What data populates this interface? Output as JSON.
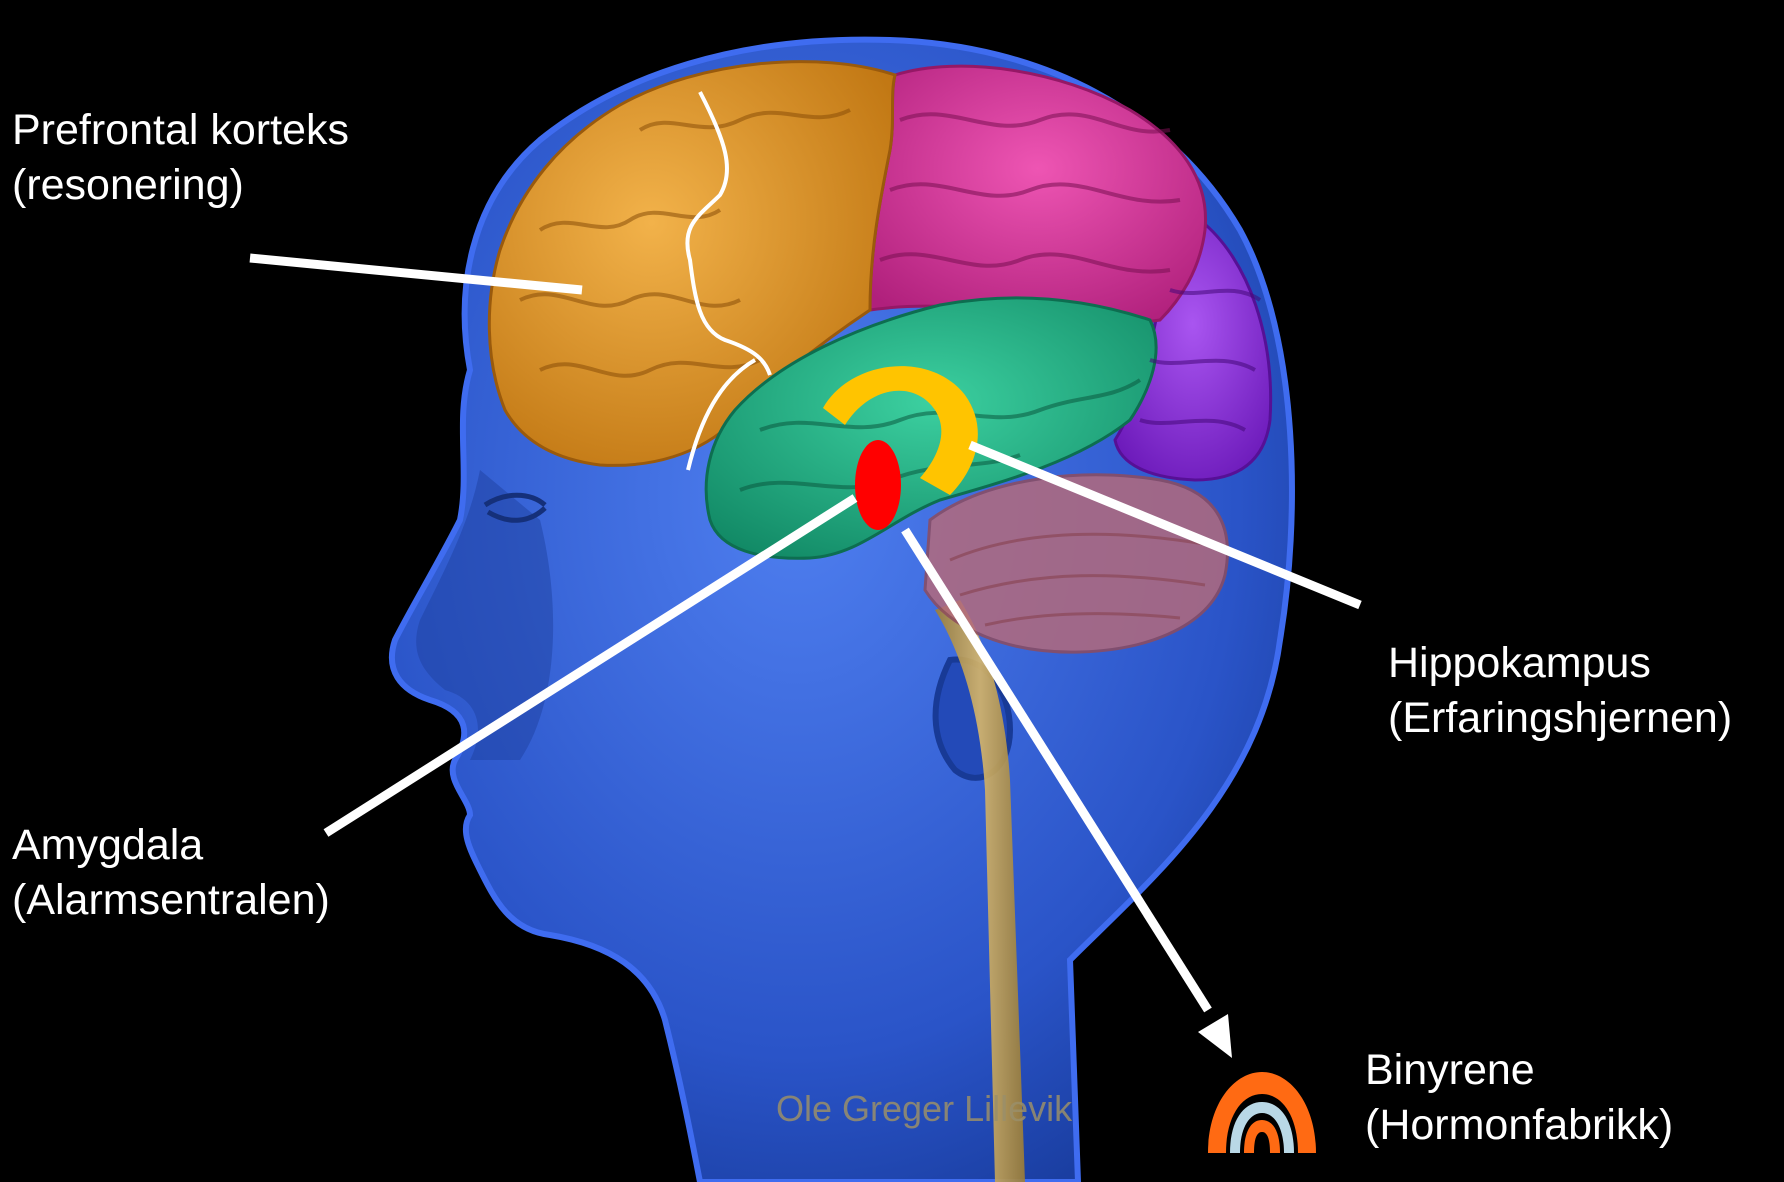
{
  "labels": {
    "prefrontal": {
      "name": "Prefrontal korteks",
      "note": "(resonering)"
    },
    "hippocampus": {
      "name": "Hippokampus",
      "note": "(Erfaringshjernen)"
    },
    "amygdala": {
      "name": "Amygdala",
      "note": "(Alarmsentralen)"
    },
    "adrenal": {
      "name": "Binyrene",
      "note": "(Hormonfabrikk)"
    }
  },
  "credit": "Ole Greger Lillevik",
  "colors": {
    "background": "#000000",
    "head": "#2f5bd6",
    "frontal_lobe": "#e09a2a",
    "parietal_lobe": "#d93a9c",
    "temporal_lobe": "#1fb588",
    "occipital_lobe": "#8a2ee0",
    "cerebellum": "#b36a7c",
    "spinal_cord": "#c7a455",
    "hippocampus_marker": "#ffc400",
    "amygdala_marker": "#ff0000",
    "adrenal_outer": "#ff6a13",
    "adrenal_inner": "#b9d8e6",
    "leader_lines": "#ffffff"
  }
}
